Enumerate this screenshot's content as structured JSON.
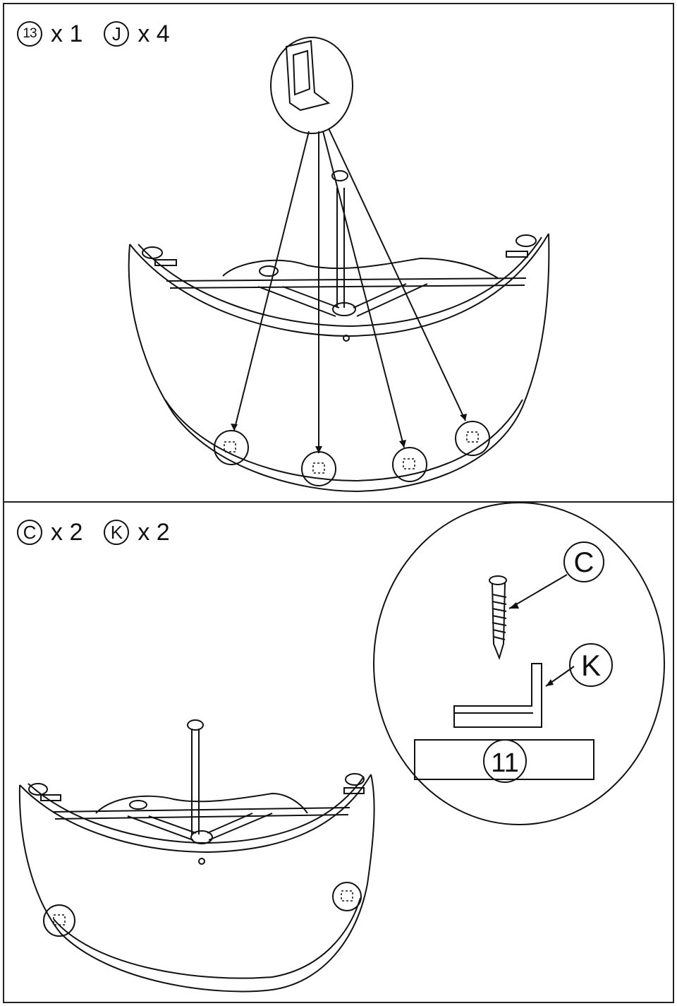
{
  "top_panel": {
    "parts": [
      {
        "id": "13",
        "qty": "x 1"
      },
      {
        "id": "J",
        "qty": "x 4"
      }
    ]
  },
  "bottom_panel": {
    "parts": [
      {
        "id": "C",
        "qty": "x 2"
      },
      {
        "id": "K",
        "qty": "x 2"
      }
    ],
    "detail": {
      "screw_label": "C",
      "bracket_label": "K",
      "board_label": "11"
    }
  }
}
